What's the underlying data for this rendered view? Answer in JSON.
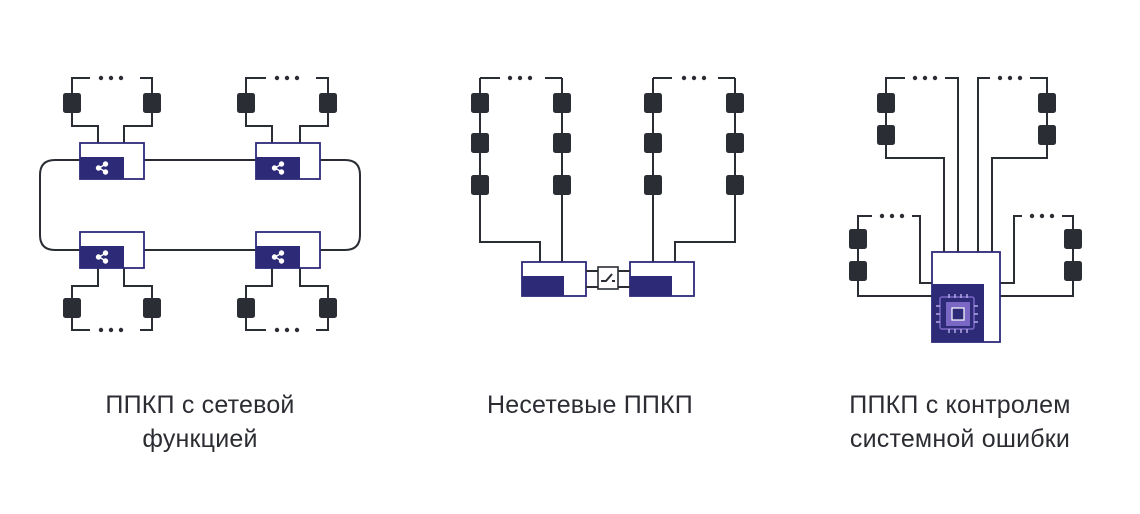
{
  "colors": {
    "wire": "#2a2d33",
    "accent": "#2d2a78",
    "chip_frame": "#7b67c4",
    "module_bg": "#2a2d33",
    "background": "#ffffff"
  },
  "icons": {
    "device": "lightning-bolt-icon",
    "panel_network": "share-network-icon",
    "panel_switch": "switch-icon",
    "panel_chip": "processor-chip-icon"
  },
  "captions": {
    "networked": {
      "line1": "ППКП с сетевой",
      "line2": "функцией"
    },
    "standalone": {
      "line1": "Несетевые ППКП"
    },
    "error_control": {
      "line1": "ППКП с контролем",
      "line2": "системной ошибки"
    }
  }
}
